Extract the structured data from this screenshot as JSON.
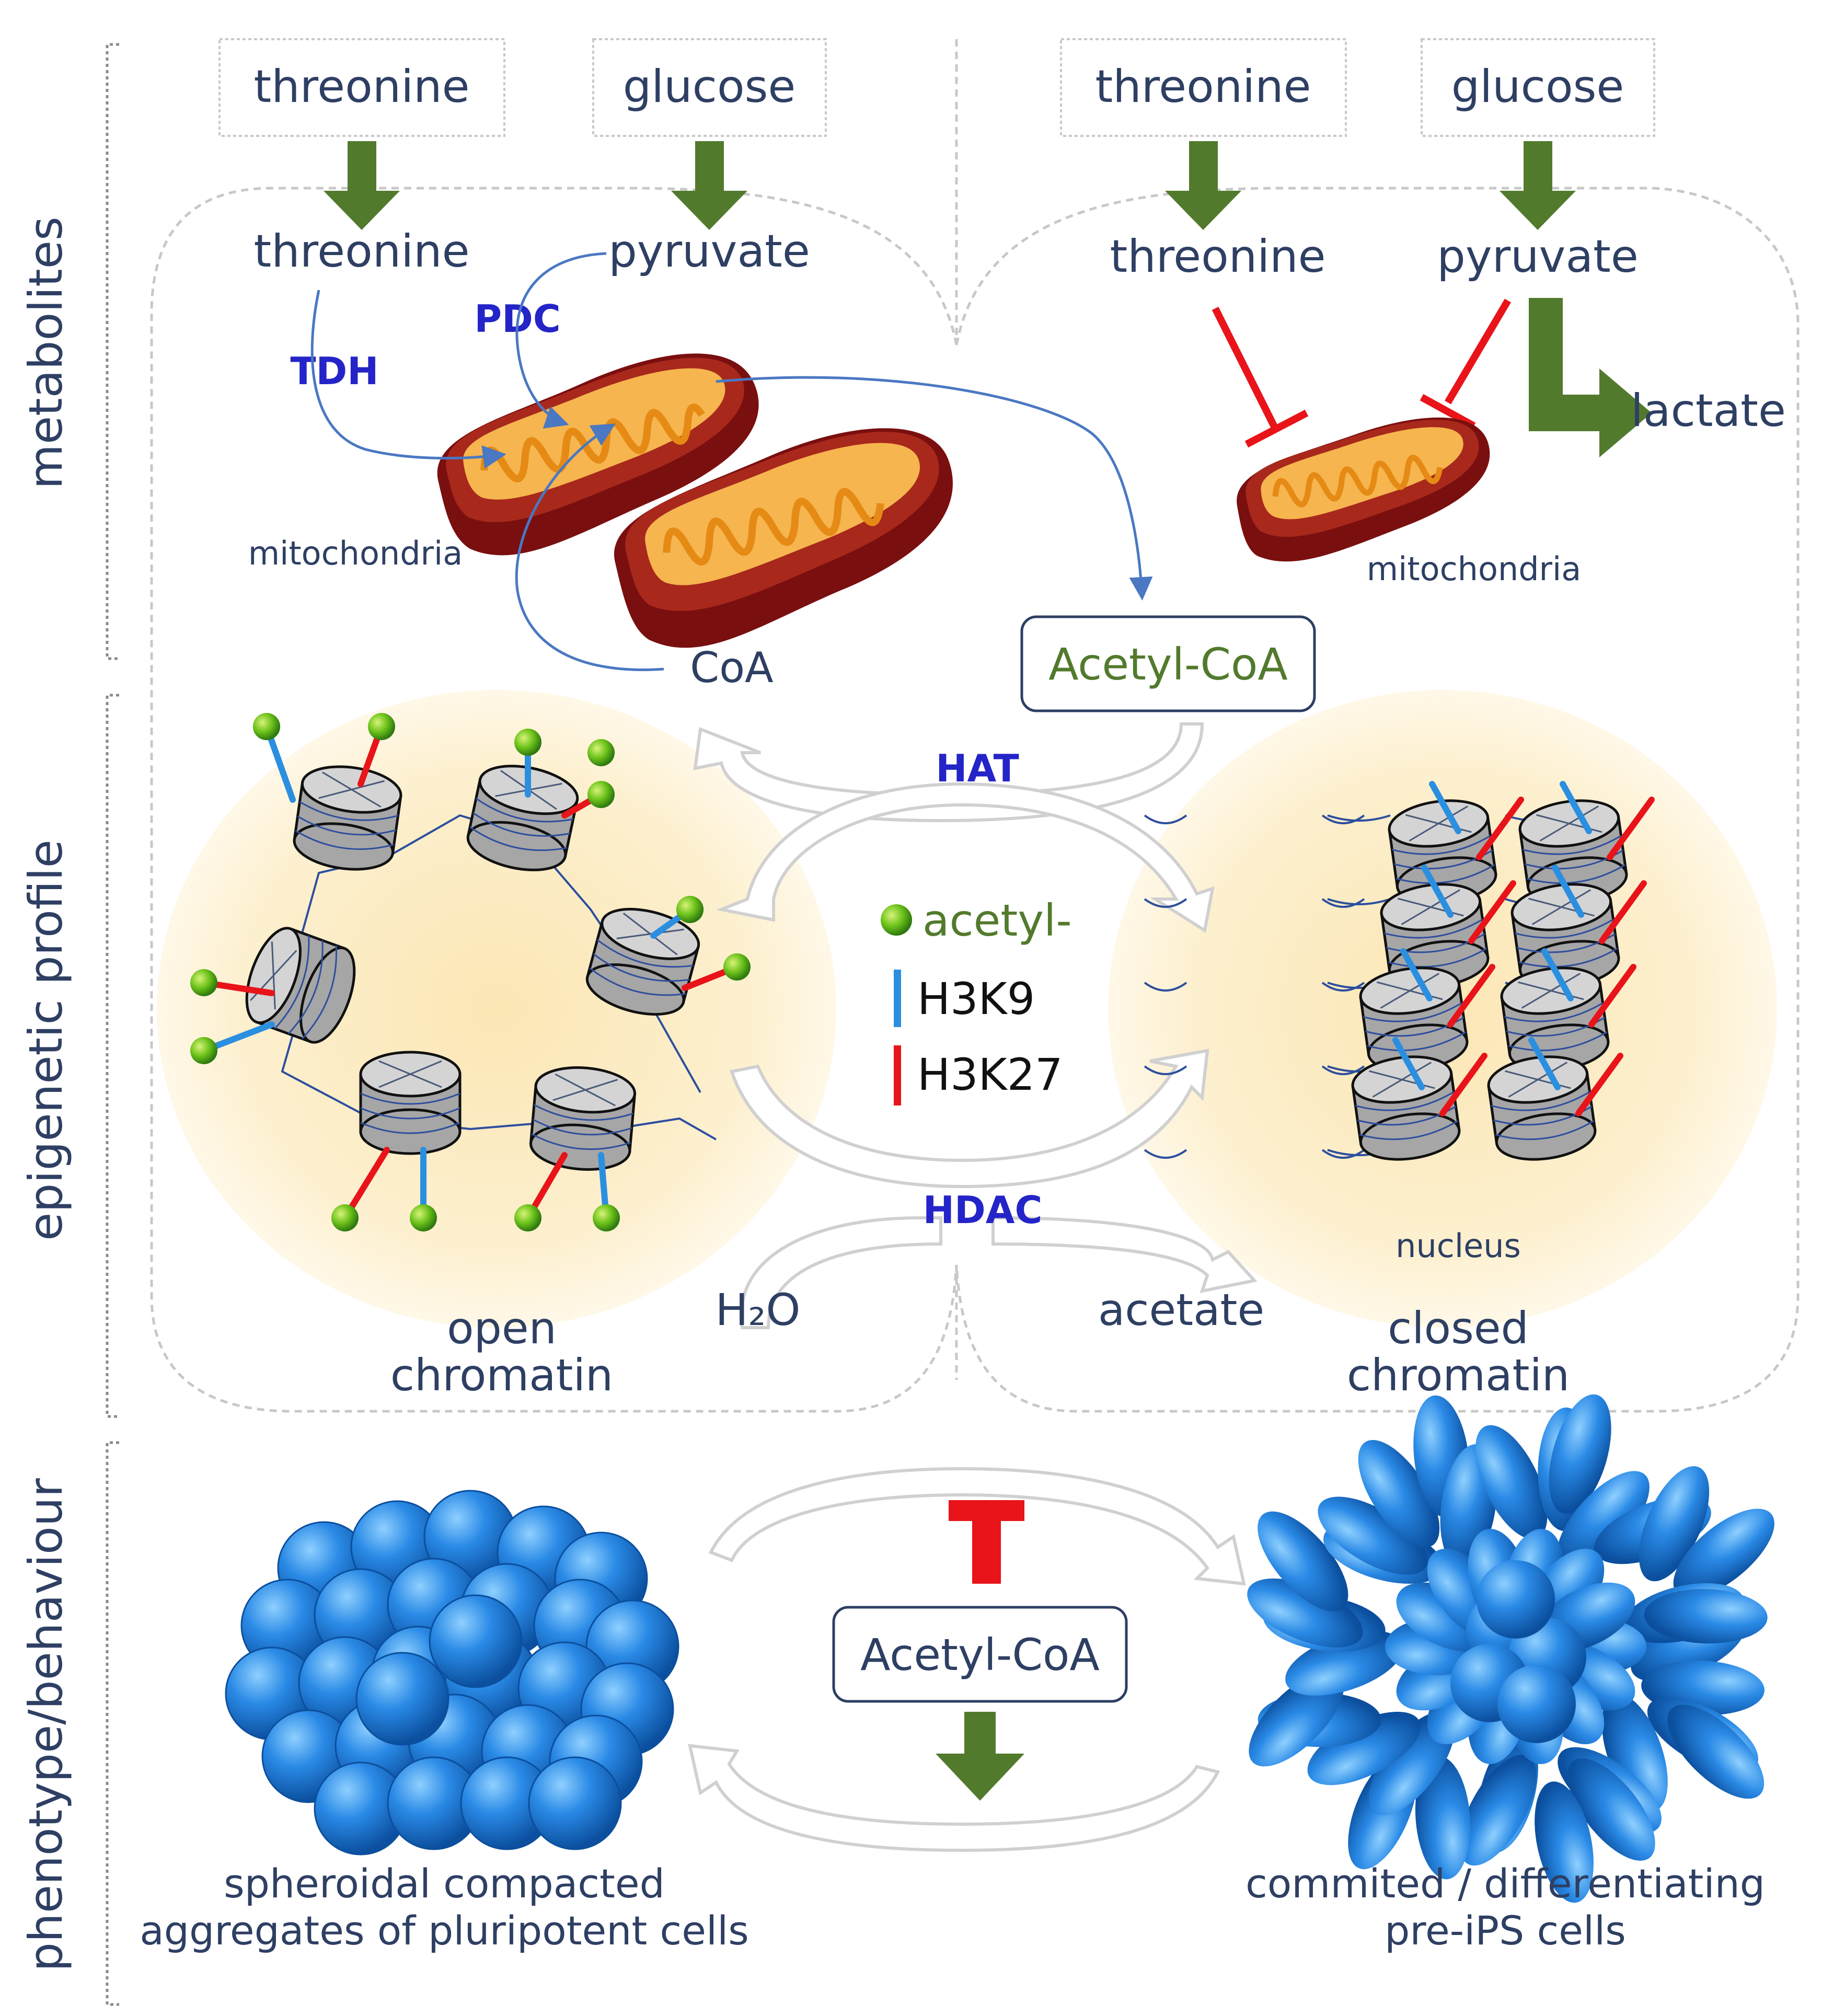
{
  "section_labels": {
    "metabolites": "metabolites",
    "epigenetic": "epigenetic profile",
    "phenotype": "phenotype/behaviour"
  },
  "left": {
    "input1": "threonine",
    "input2": "glucose",
    "product1": "threonine",
    "product2": "pyruvate",
    "enzyme1": "TDH",
    "enzyme2": "PDC",
    "organelle": "mitochondria",
    "coa": "CoA",
    "chromatin_line1": "open",
    "chromatin_line2": "chromatin"
  },
  "right": {
    "input1": "threonine",
    "input2": "glucose",
    "product1": "threonine",
    "product2": "pyruvate",
    "lactate": "lactate",
    "organelle": "mitochondria",
    "nucleus": "nucleus",
    "chromatin_line1": "closed",
    "chromatin_line2": "chromatin"
  },
  "center": {
    "acetyl_coa_top": "Acetyl-CoA",
    "hat": "HAT",
    "hdac": "HDAC",
    "water": "H₂O",
    "acetate": "acetate",
    "acetyl_coa_bottom": "Acetyl-CoA"
  },
  "legend": {
    "acetyl": "acetyl-",
    "h3k9": "H3K9",
    "h3k27": "H3K27"
  },
  "phenotype": {
    "left_line1": "spheroidal compacted",
    "left_line2": "aggregates of pluripotent cells",
    "right_line1": "commited / differentiating",
    "right_line2": "pre-iPS cells"
  },
  "colors": {
    "text_navy": "#2e3f63",
    "enzyme_blue": "#2424c8",
    "green": "#527a2d",
    "red": "#e8141a",
    "h3k9_blue": "#2b8fe0",
    "cream": "#fdf0cf",
    "cell_blue": "#1f78d8"
  }
}
